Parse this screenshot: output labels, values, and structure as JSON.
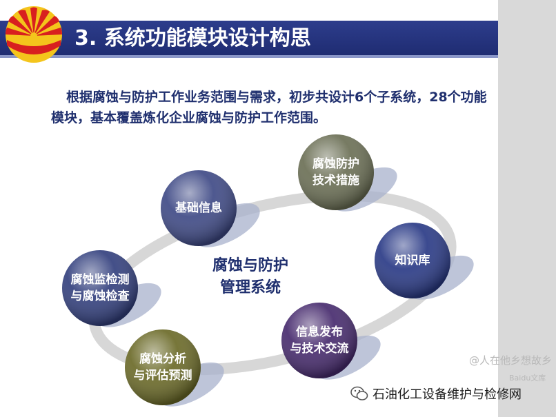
{
  "title": "3. 系统功能模块设计构思",
  "intro_text": "根据腐蚀与防护工作业务范围与需求，初步共设计6个子系统，28个功能模块，基本覆盖炼化企业腐蚀与防护工作范围。",
  "center_label": "腐蚀与防护\n管理系统",
  "modules": [
    {
      "label": "基础信息",
      "color": "#3f4a86"
    },
    {
      "label": "腐蚀防护\n技术措施",
      "color": "#6b6f55"
    },
    {
      "label": "知识库",
      "color": "#2a3a86"
    },
    {
      "label": "腐蚀监检测\n与腐蚀检查",
      "color": "#33407e"
    },
    {
      "label": "信息发布\n与技术交流",
      "color": "#472b6e"
    },
    {
      "label": "腐蚀分析\n与评估预测",
      "color": "#6b6a28"
    }
  ],
  "watermark_handle": "@人在他乡想故乡",
  "watermark_site": "Baidu文库",
  "footer_brand": "石油化工设备维护与检修网",
  "colors": {
    "title_bar": "#24327a",
    "text_navy": "#1f2f6e",
    "ring": "#d7d7d7",
    "shadow": "#a8b2cc",
    "logo_red": "#d8201f",
    "logo_yellow": "#f4c51c"
  }
}
